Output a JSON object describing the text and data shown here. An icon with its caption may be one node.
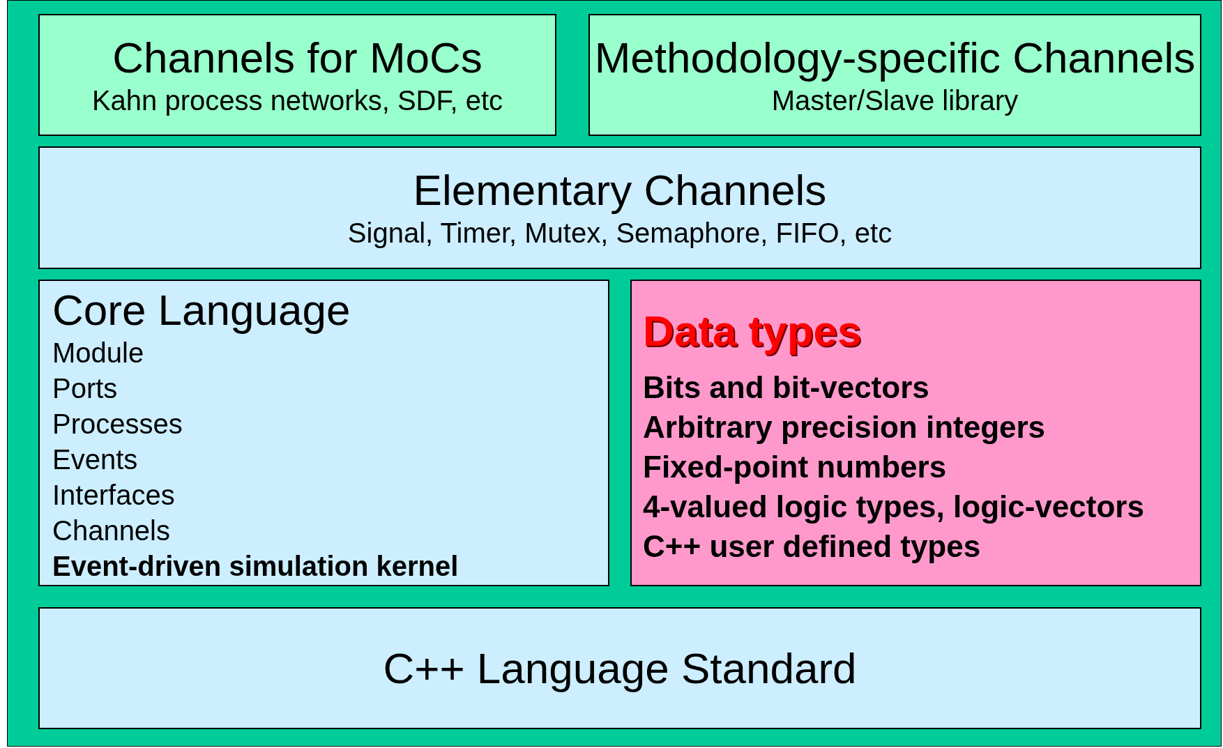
{
  "diagram": {
    "nodes": [
      {
        "text": [
          "Channels for MoCs",
          "Kahn process networks, SDF, etc"
        ]
      },
      {
        "text": [
          "Methodology-specific Channels",
          "Master/Slave library"
        ]
      },
      {
        "text": [
          "Elementary Channels",
          "Signal, Timer, Mutex, Semaphore, FIFO, etc"
        ]
      },
      {
        "text": [
          "Core Language",
          "Module",
          "Ports",
          "Processes",
          "Events",
          "Interfaces",
          "Channels",
          "Event-driven simulation kernel"
        ]
      },
      {
        "text": [
          "Data types",
          "Bits and bit-vectors",
          "Arbitrary precision integers",
          "Fixed-point numbers",
          "4-valued logic types, logic-vectors",
          "C++ user defined types"
        ]
      },
      {
        "text": [
          "C++ Language Standard"
        ]
      }
    ]
  }
}
